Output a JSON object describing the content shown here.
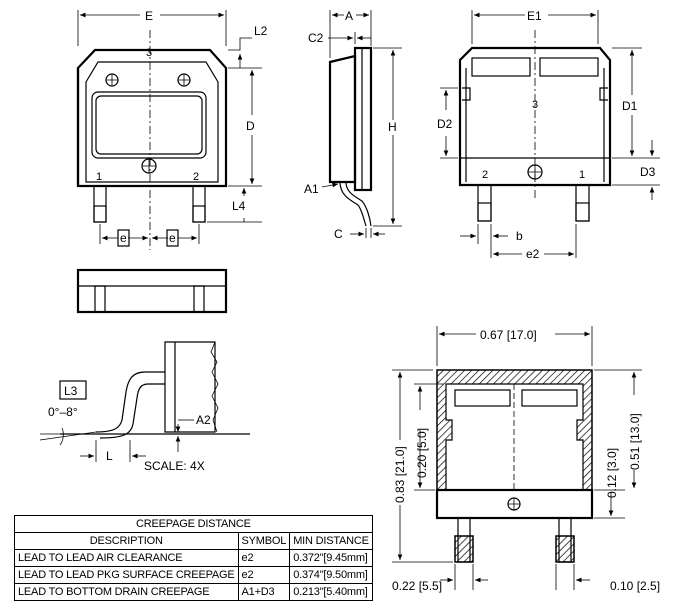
{
  "drawing": {
    "top_view": {
      "width_label": "E",
      "lead_offset_label": "L2",
      "height_label": "D",
      "lead_label": "L4",
      "pitch_label": "e",
      "pin1": "1",
      "pin2": "2",
      "center_mark": "3"
    },
    "side_view": {
      "thickness_label": "A",
      "tab_label": "C2",
      "overall_height_label": "H",
      "standoff_label": "A1",
      "lead_thickness_label": "C"
    },
    "bottom_view": {
      "width_label": "E1",
      "pad_height_label": "D1",
      "pad_offset_label": "D2",
      "lead_len_label": "D3",
      "lead_width_label": "b",
      "pitch_label": "e2",
      "pin2": "2",
      "pin1": "1",
      "center_mark": "3"
    },
    "detail": {
      "lead_label": "L3",
      "angle_label": "0°–8°",
      "foot_label": "L",
      "gauge_label": "A2",
      "scale_label": "SCALE: 4X"
    },
    "footprint": {
      "width_label": "0.67 [17.0]",
      "total_height_label": "0.83 [21.0]",
      "pad_height_label": "0.20 [5.0]",
      "pad_to_edge_label": "0.51 [13.0]",
      "lead_pad_label": "0.12 [3.0]",
      "lead_width_label": "0.22 [5.5]",
      "lead_pitch_label": "0.10 [2.5]"
    }
  },
  "creepage_table": {
    "title": "CREEPAGE DISTANCE",
    "headers": [
      "DESCRIPTION",
      "SYMBOL",
      "MIN DISTANCE"
    ],
    "rows": [
      {
        "description": "LEAD TO LEAD AIR CLEARANCE",
        "symbol": "e2",
        "min_distance": "0.372\"[9.45mm]"
      },
      {
        "description": "LEAD TO LEAD PKG SURFACE CREEPAGE",
        "symbol": "e2",
        "min_distance": "0.374\"[9.50mm]"
      },
      {
        "description": "LEAD TO BOTTOM DRAIN CREEPAGE",
        "symbol": "A1+D3",
        "min_distance": "0.213\"[5.40mm]"
      }
    ]
  }
}
